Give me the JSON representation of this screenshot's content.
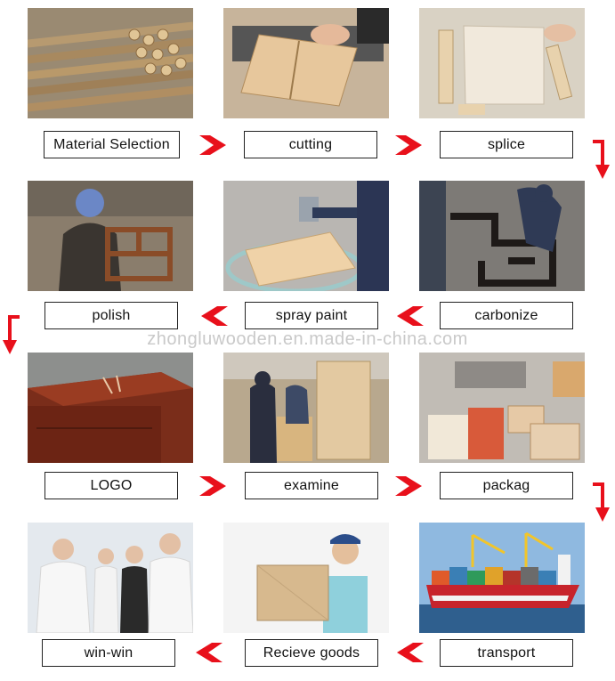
{
  "watermark": "zhongluwooden.en.made-in-china.com",
  "accent_color": "#e8101b",
  "steps": [
    {
      "label": "Material Selection",
      "photo": "log-pile"
    },
    {
      "label": "cutting",
      "photo": "table-saw"
    },
    {
      "label": "splice",
      "photo": "panel-assembly"
    },
    {
      "label": "polish",
      "photo": "worker-polishing-shelf"
    },
    {
      "label": "spray paint",
      "photo": "spray-gun-panel"
    },
    {
      "label": "carbonize",
      "photo": "torch-shelf"
    },
    {
      "label": "LOGO",
      "photo": "engraved-wooden-box"
    },
    {
      "label": "examine",
      "photo": "factory-inspection"
    },
    {
      "label": "packag",
      "photo": "boxes-packing"
    },
    {
      "label": "win-win",
      "photo": "business-handshake"
    },
    {
      "label": "Recieve goods",
      "photo": "courier-with-box"
    },
    {
      "label": "transport",
      "photo": "container-ship"
    }
  ],
  "arrows": [
    {
      "name": "arrow-right-icon",
      "from": 0,
      "to": 1
    },
    {
      "name": "arrow-right-icon",
      "from": 1,
      "to": 2
    },
    {
      "name": "arrow-down-turn-icon",
      "from": 2,
      "to": 5
    },
    {
      "name": "arrow-left-icon",
      "from": 5,
      "to": 4
    },
    {
      "name": "arrow-left-icon",
      "from": 4,
      "to": 3
    },
    {
      "name": "arrow-down-turn-icon",
      "from": 3,
      "to": 6
    },
    {
      "name": "arrow-right-icon",
      "from": 6,
      "to": 7
    },
    {
      "name": "arrow-right-icon",
      "from": 7,
      "to": 8
    },
    {
      "name": "arrow-down-turn-icon",
      "from": 8,
      "to": 11
    },
    {
      "name": "arrow-left-icon",
      "from": 11,
      "to": 10
    },
    {
      "name": "arrow-left-icon",
      "from": 10,
      "to": 9
    }
  ]
}
